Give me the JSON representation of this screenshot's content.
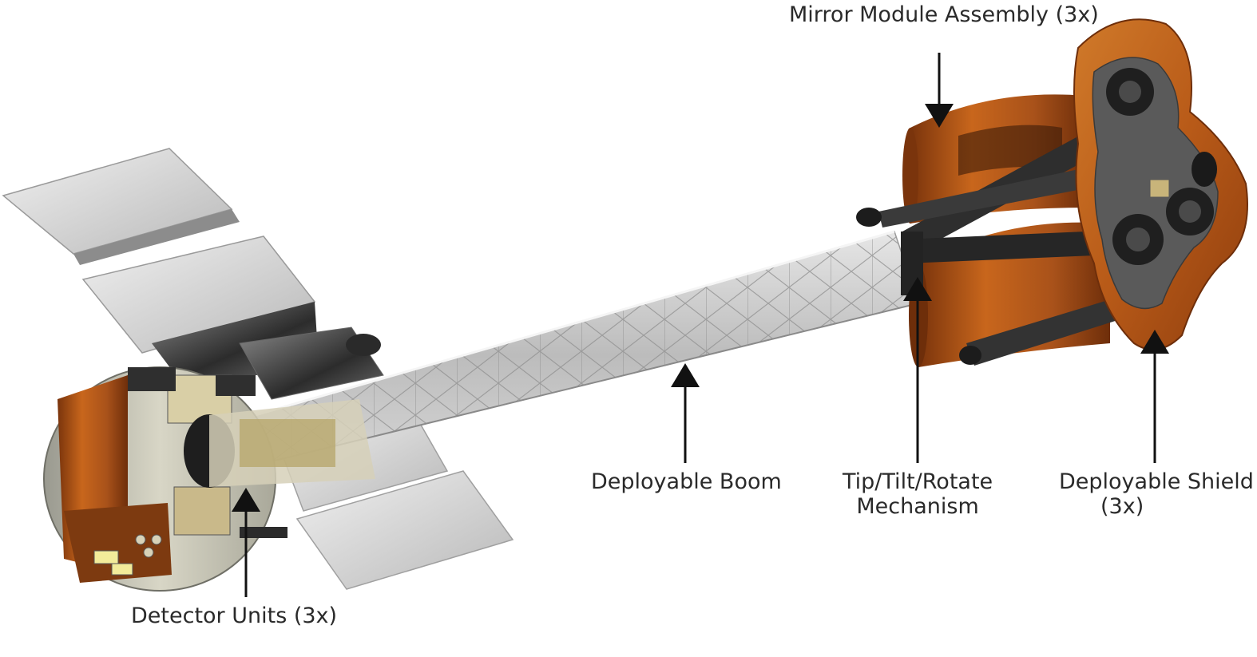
{
  "labels": {
    "mirror_module": "Mirror Module Assembly (3x)",
    "deployable_boom": "Deployable Boom",
    "tip_tilt_line1": "Tip/Tilt/Rotate",
    "tip_tilt_line2": "Mechanism",
    "shield_line1": "Deployable Shield",
    "shield_line2": "(3x)",
    "detector_units": "Detector Units (3x)"
  },
  "colors": {
    "background": "#ffffff",
    "panel_light": "#d9d9d9",
    "panel_dark": "#555555",
    "boom": "#c9c9c9",
    "wood_orange": "#c8661c",
    "wood_dark": "#8a3f10",
    "mechanism_dark": "#3a3a3a",
    "label_text": "#2a2a2a"
  }
}
